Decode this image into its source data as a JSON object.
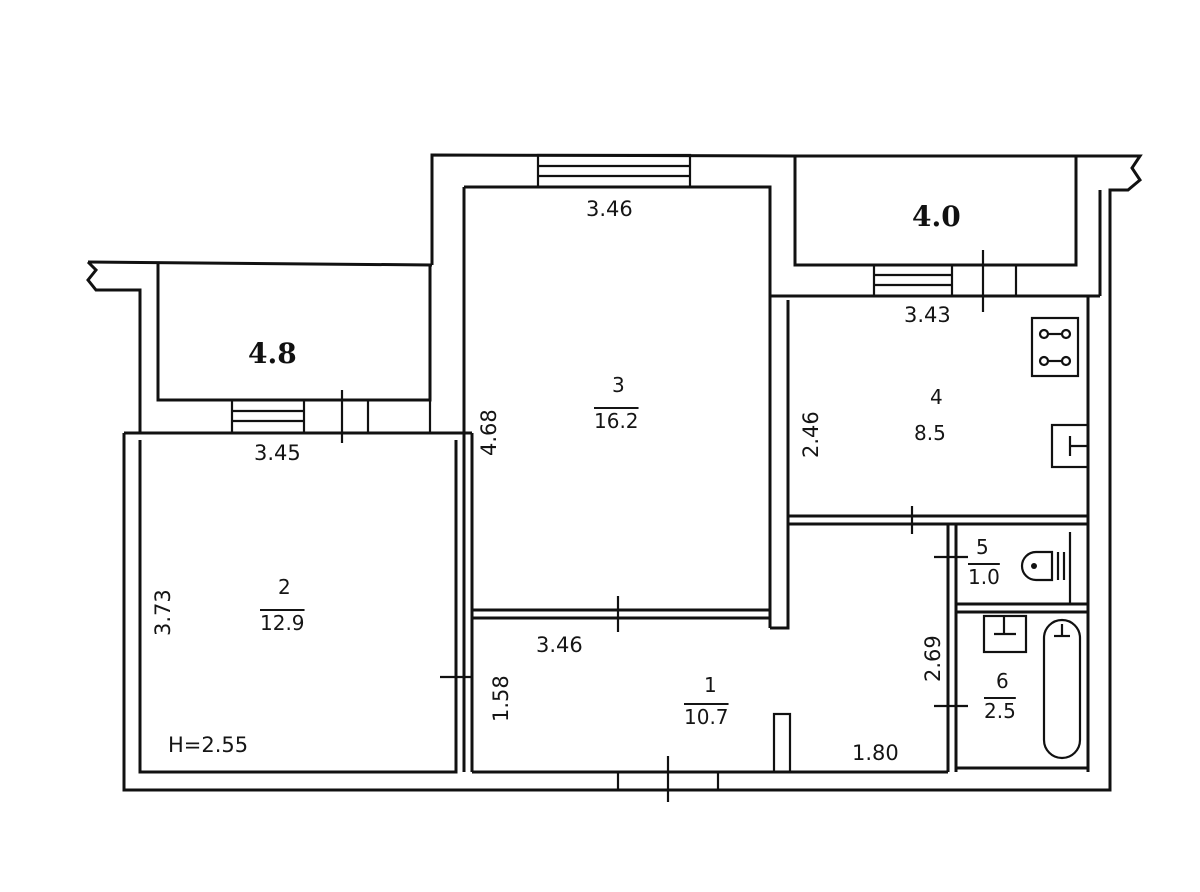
{
  "plan": {
    "ceiling_height_label": "H=2.55",
    "rooms": [
      {
        "number": "1",
        "area": "10.7",
        "name": "hallway"
      },
      {
        "number": "2",
        "area": "12.9",
        "name": "room-2"
      },
      {
        "number": "3",
        "area": "16.2",
        "name": "room-3"
      },
      {
        "number": "4",
        "area": "8.5",
        "name": "kitchen"
      },
      {
        "number": "5",
        "area": "1.0",
        "name": "toilet"
      },
      {
        "number": "6",
        "area": "2.5",
        "name": "bathroom"
      }
    ],
    "balconies": [
      {
        "area": "4.8",
        "name": "balcony-left"
      },
      {
        "area": "4.0",
        "name": "balcony-right"
      }
    ],
    "dimensions": {
      "room2_width": "3.45",
      "room2_depth": "3.73",
      "room3_width": "3.46",
      "room3_depth": "4.68",
      "hall_width": "3.46",
      "hall_depth": "1.58",
      "hall_passage": "1.80",
      "bath_depth": "2.69",
      "kitchen_width": "3.43",
      "kitchen_depth": "2.46"
    },
    "colors": {
      "line": "#111111",
      "background": "#ffffff"
    }
  }
}
